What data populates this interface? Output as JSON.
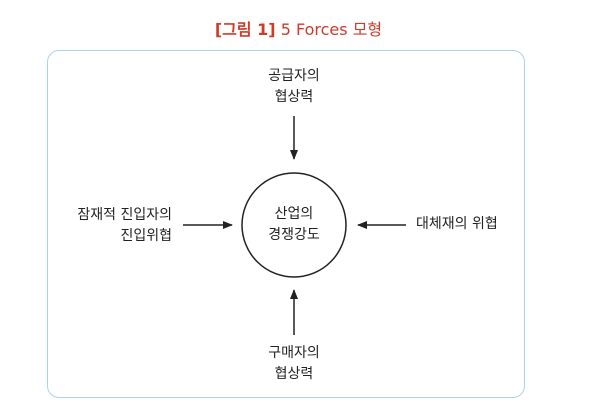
{
  "title": {
    "label": "[그림 1]",
    "text": "5 Forces 모형"
  },
  "colors": {
    "title": "#d03a2a",
    "frame_border": "#a9d4e8",
    "lines": "#222222",
    "text": "#222222"
  },
  "nodes": {
    "top": {
      "line1": "공급자의",
      "line2": "협상력"
    },
    "left": {
      "line1": "잠재적 진입자의",
      "line2": "진입위협"
    },
    "center": {
      "line1": "산업의",
      "line2": "경쟁강도"
    },
    "right": {
      "line1": "대체재의 위협"
    },
    "bottom": {
      "line1": "구매자의",
      "line2": "협상력"
    }
  }
}
